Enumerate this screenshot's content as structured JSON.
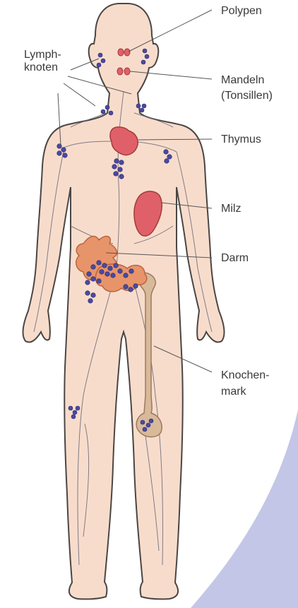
{
  "labels": {
    "polypen": "Polypen",
    "lymph_line1": "Lymph-",
    "lymph_line2": "knoten",
    "mandeln_line1": "Mandeln",
    "mandeln_line2": "(Tonsillen)",
    "thymus": "Thymus",
    "milz": "Milz",
    "darm": "Darm",
    "knochen_line1": "Knochen-",
    "knochen_line2": "mark"
  },
  "colors": {
    "skin": "#f8dccb",
    "skin_outline": "#4a4644",
    "vessel": "#6b6b7a",
    "node": "#4a4aa0",
    "organ_red": "#e0606a",
    "organ_outline": "#a23a3a",
    "intestine": "#e8946a",
    "bone": "#d8b99a",
    "accent_blue": "#c3c6e6"
  }
}
